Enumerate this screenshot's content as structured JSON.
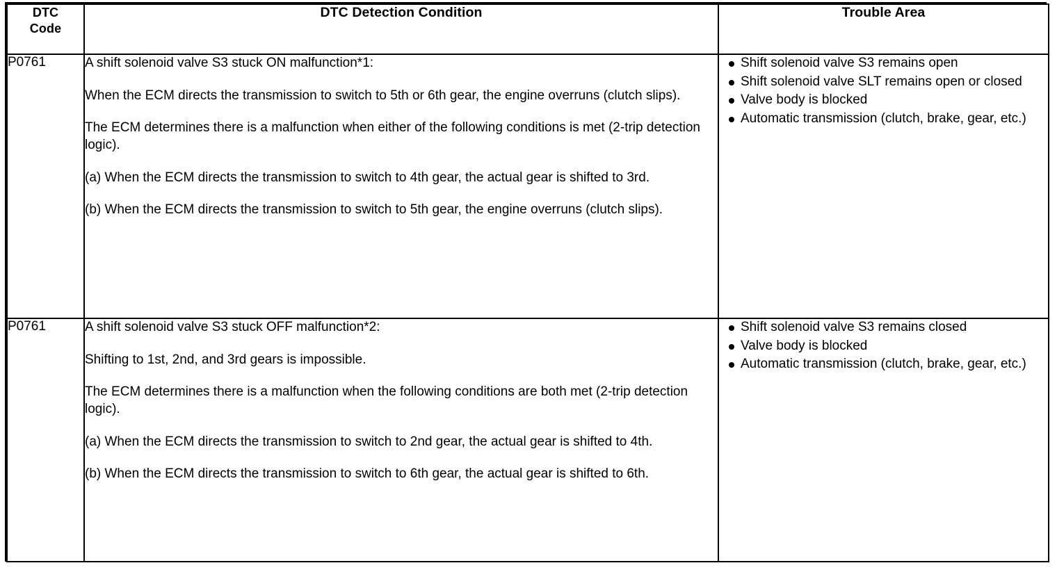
{
  "document": {
    "type": "dtc-diagnostic-table",
    "border_color": "#000000",
    "background_color": "#ffffff",
    "text_color": "#000000"
  },
  "table": {
    "headers": {
      "code": "DTC\nCode",
      "code_line1": "DTC",
      "code_line2": "Code",
      "condition": "DTC Detection Condition",
      "trouble_area": "Trouble Area"
    },
    "rows": [
      {
        "code": "P0761",
        "condition_paragraphs": [
          "A shift solenoid valve S3 stuck ON malfunction*1:",
          "When the ECM directs the transmission to switch to 5th or 6th gear, the engine overruns (clutch slips).",
          "The ECM determines there is a malfunction when either of the following conditions is met (2-trip detection logic).",
          "(a) When the ECM directs the transmission to switch to 4th gear, the actual gear is shifted to 3rd.",
          "(b) When the ECM directs the transmission to switch to 5th gear, the engine overruns (clutch slips)."
        ],
        "trouble_area_items": [
          "Shift solenoid valve S3 remains open",
          "Shift solenoid valve SLT remains open or closed",
          "Valve body is blocked",
          "Automatic transmission (clutch, brake, gear, etc.)"
        ]
      },
      {
        "code": "P0761",
        "condition_paragraphs": [
          "A shift solenoid valve S3 stuck OFF malfunction*2:",
          "Shifting to 1st, 2nd, and 3rd gears is impossible.",
          "The ECM determines there is a malfunction when the following conditions are both met (2-trip detection logic).",
          "(a) When the ECM directs the transmission to switch to 2nd gear, the actual gear is shifted to 4th.",
          "(b) When the ECM directs the transmission to switch to 6th gear, the actual gear is shifted to 6th."
        ],
        "trouble_area_items": [
          "Shift solenoid valve S3 remains closed",
          "Valve body is blocked",
          "Automatic transmission (clutch, brake, gear, etc.)"
        ]
      }
    ]
  }
}
